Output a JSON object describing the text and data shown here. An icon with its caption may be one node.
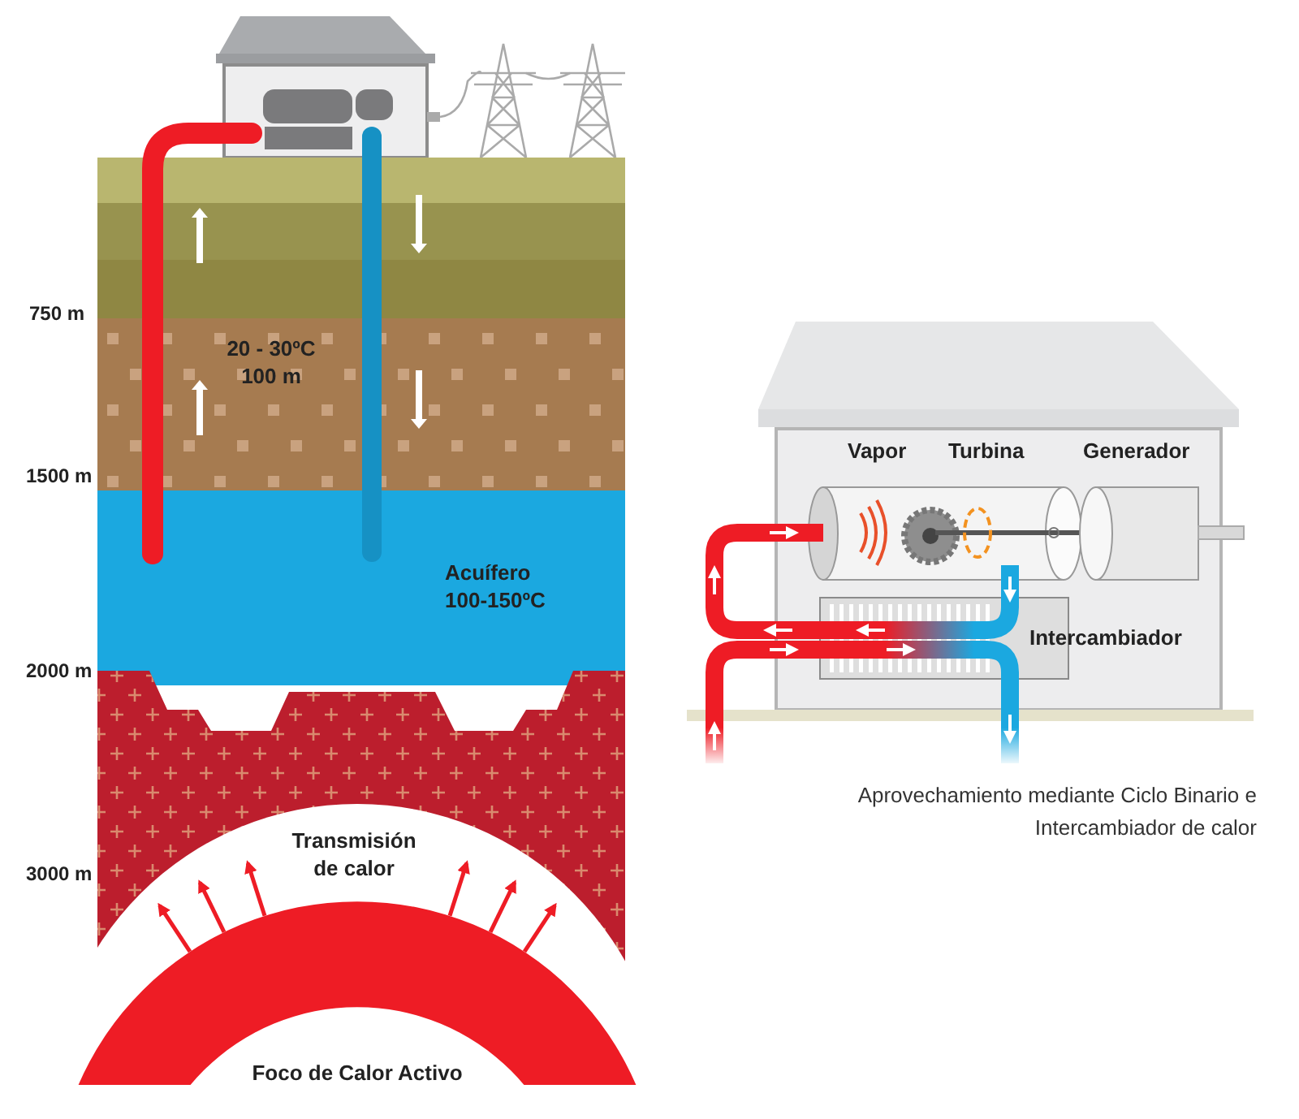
{
  "diagram": {
    "nodes": [
      {
        "text": [
          "Foco de Calor Activo"
        ]
      }
    ],
    "labels": [
      "750 m",
      "20 - 30ºC 100 m",
      "1500 m",
      "Acuífero 100-150ºC",
      "2000 m",
      "Transmisión de calor",
      "3000 m",
      "Vapor",
      "Turbina",
      "Generador",
      "Intercambiador"
    ],
    "caption": "Aprovechamiento mediante Ciclo Binario e Intercambiador de calor"
  }
}
